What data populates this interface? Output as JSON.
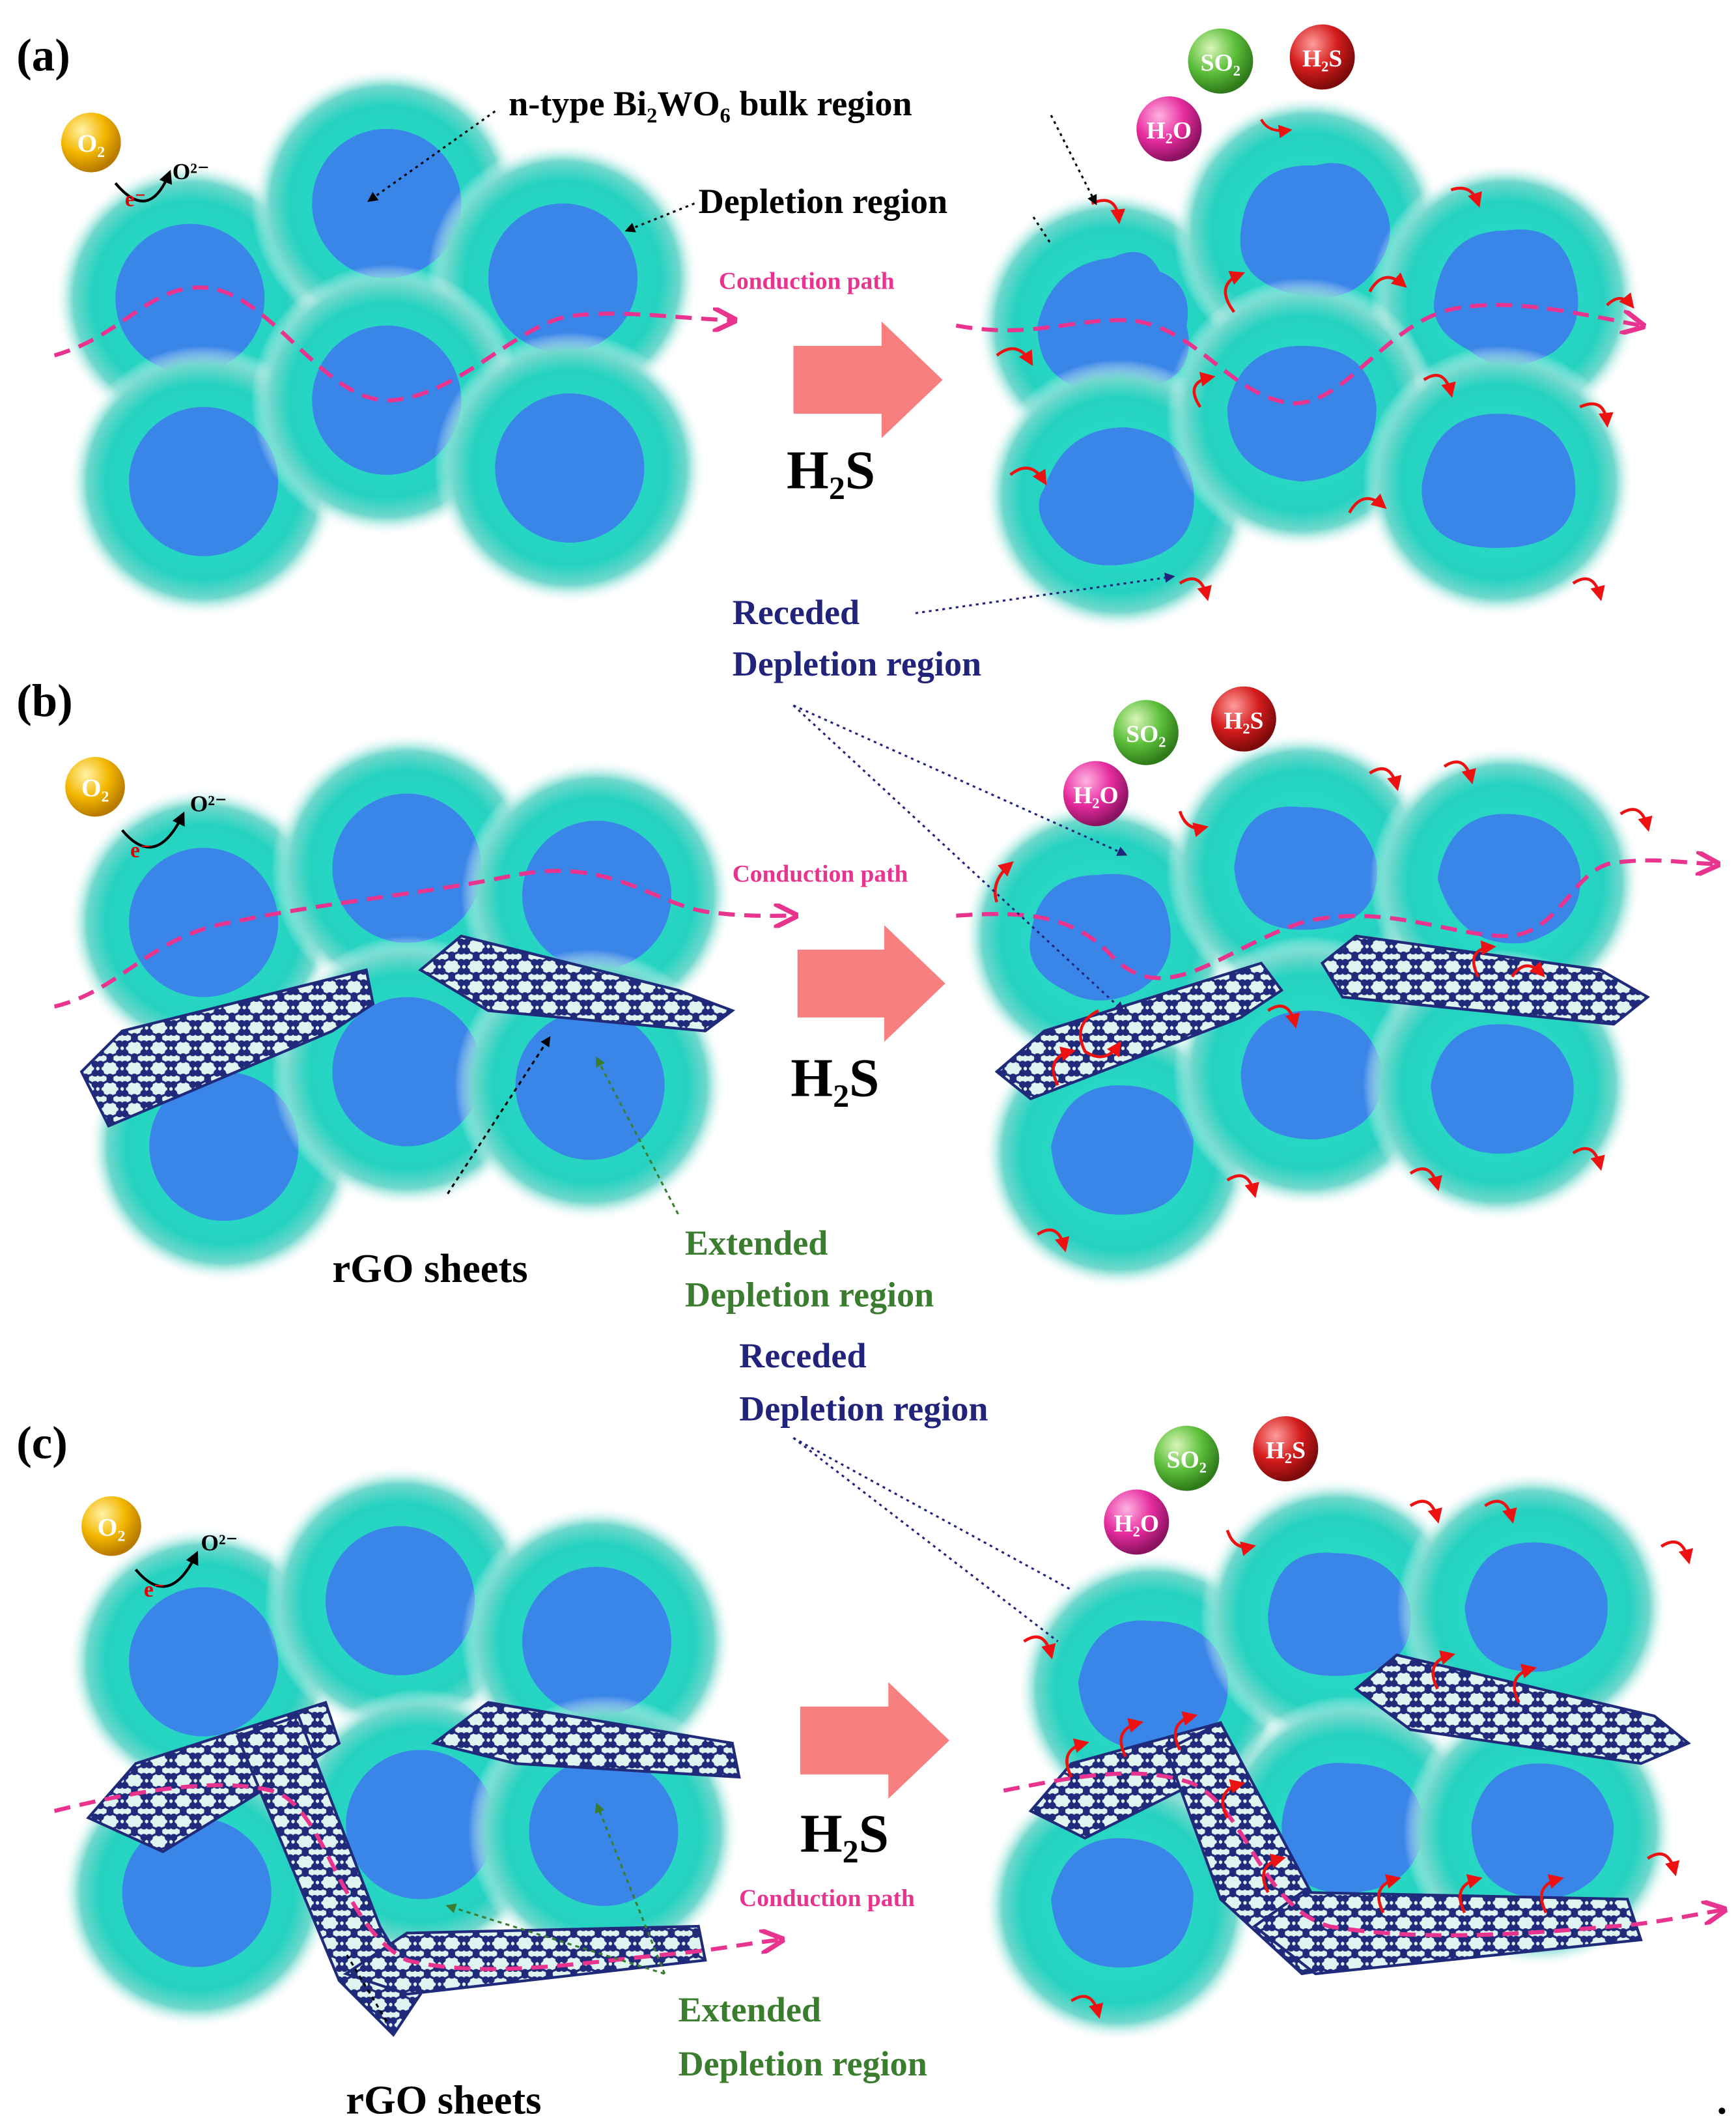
{
  "panels": {
    "a": {
      "label": "(a)"
    },
    "b": {
      "label": "(b)"
    },
    "c": {
      "label": "(c)"
    }
  },
  "labels": {
    "bulk_region": "n-type Bi₂WO₆ bulk region",
    "depletion_region": "Depletion region",
    "conduction_path": "Conduction path",
    "receded_1": "Receded",
    "receded_2": "Depletion region",
    "extended_1": "Extended",
    "extended_2": "Depletion region",
    "rgo_sheets": "rGO sheets",
    "h2s_gas": "H₂S",
    "trailing_dot": "."
  },
  "molecules": {
    "o2": "O₂",
    "electron": "e⁻",
    "o2_ion": "O²⁻",
    "so2": "SO₂",
    "h2s": "H₂S",
    "h2o": "H₂O"
  },
  "colors": {
    "bulk": "#3a86e8",
    "depletion": "#2fd6c6",
    "conduction_path": "#e8338f",
    "arrow": "#f77f7f",
    "receded_text": "#22237a",
    "extended_text": "#3b7d2e",
    "rgo_atom": "#1f2a7a",
    "reaction_arrow": "#ee1111",
    "o2_ball": "#f0b400",
    "so2_ball": "#5cbf3a",
    "h2s_ball": "#d41c1c",
    "h2o_ball": "#e62c9e"
  }
}
